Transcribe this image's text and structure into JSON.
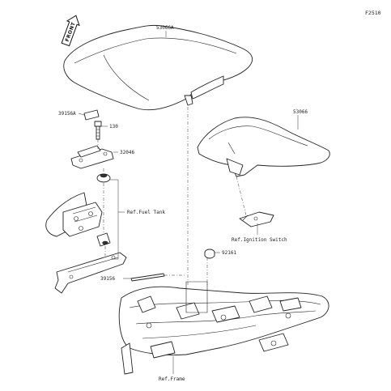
{
  "figure_code": "F2510",
  "front_marker": "FRONT",
  "callouts": {
    "seat_front": "53066A",
    "seat_rear": "53066",
    "strap": "39156A",
    "bolt": "130",
    "bracket": "32046",
    "ref_fuel_tank": "Ref.Fuel Tank",
    "ref_ignition_switch": "Ref.Ignition Switch",
    "grommet": "92161",
    "strip": "39156",
    "ref_frame": "Ref.Frame"
  },
  "colors": {
    "line": "#222222",
    "background": "#ffffff"
  }
}
